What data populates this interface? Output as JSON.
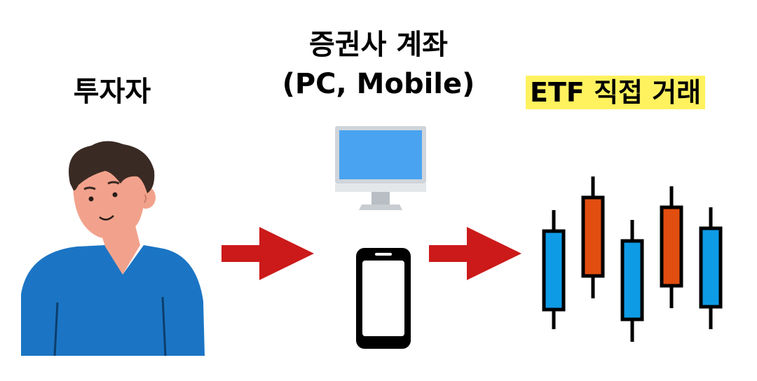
{
  "investor": {
    "label": "투자자"
  },
  "broker": {
    "title_line1": "증권사 계좌",
    "title_line2": "(PC, Mobile)"
  },
  "etf": {
    "label": "ETF 직접 거래"
  },
  "icons": {
    "investor": "person-icon",
    "desktop": "desktop-computer-icon",
    "phone": "smartphone-icon",
    "arrows": "arrow-right-icon",
    "candles": "candlestick-chart-icon"
  },
  "colors": {
    "highlight": "#fff25e",
    "arrow": "#cc1a1a",
    "shirt": "#1b75c4",
    "skin": "#f2a28c",
    "hair": "#3a2a24",
    "monitor_screen": "#4aa3f0",
    "candle_up": "#0e9be6",
    "candle_down": "#e24e10"
  }
}
